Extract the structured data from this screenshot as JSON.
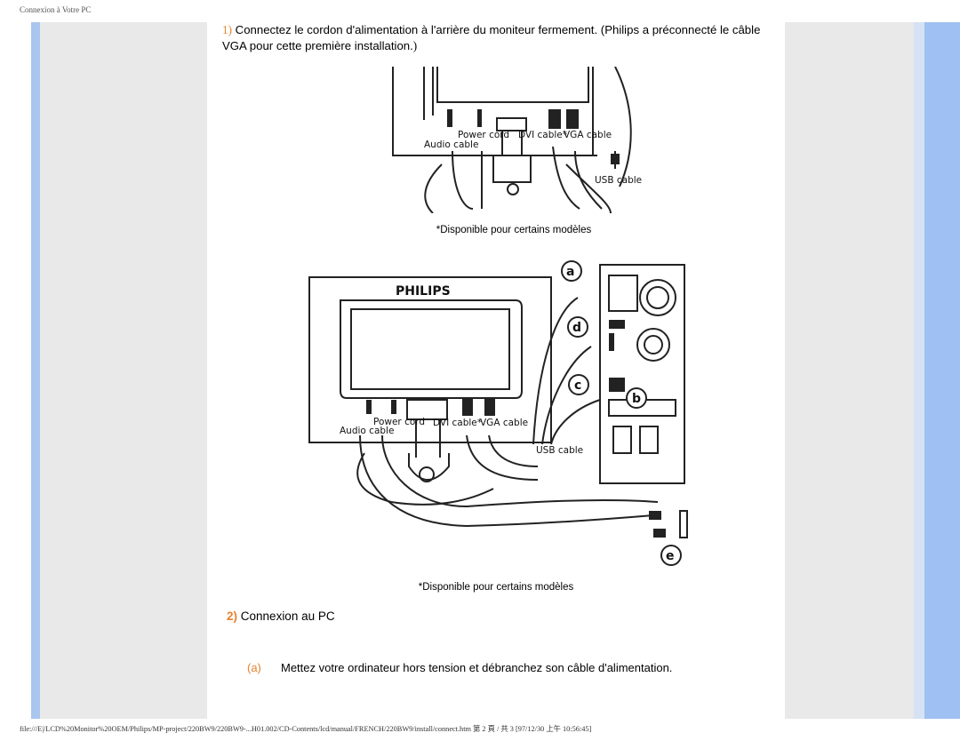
{
  "header": {
    "title": "Connexion à Votre PC"
  },
  "step1": {
    "number": "1)",
    "text": "Connectez le cordon d'alimentation à l'arrière du moniteur fermement. (Philips a préconnecté le câble VGA pour cette première installation.",
    "close": ")"
  },
  "figure1": {
    "labels": {
      "power_cord": "Power cord",
      "dvi_cable": "DVI cable*",
      "vga_cable": "VGA cable",
      "audio_cable": "Audio cable",
      "usb_cable": "USB cable"
    },
    "caption": "*Disponible pour certains modèles"
  },
  "figure2": {
    "brand": "PHILIPS",
    "labels": {
      "power_cord": "Power cord",
      "dvi_cable": "DVI cable*",
      "vga_cable": "VGA cable",
      "audio_cable": "Audio cable",
      "usb_cable": "USB cable"
    },
    "callouts": {
      "a": "a",
      "b": "b",
      "c": "c",
      "d": "d",
      "e": "e"
    },
    "caption": "*Disponible pour certains modèles"
  },
  "section2": {
    "number": "2)",
    "title": "Connexion au PC"
  },
  "step_a": {
    "letter": "(a)",
    "text": "Mettez votre ordinateur hors tension et débranchez son câble d'alimentation."
  },
  "footer": {
    "path": "file:///E|/LCD%20Monitor%20OEM/Philips/MP-project/220BW9/220BW9-...H01.002/CD-Contents/lcd/manual/FRENCH/220BW9/install/connect.htm 第 2 頁 / 共 3  [97/12/30 上午 10:56:45]"
  }
}
